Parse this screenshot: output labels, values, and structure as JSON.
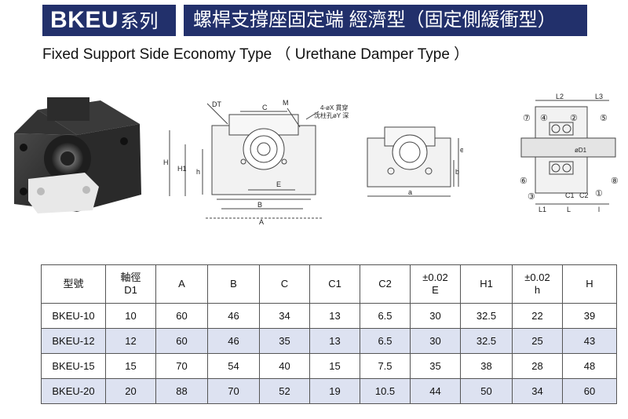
{
  "header": {
    "series": "BKEU",
    "series_suffix": "系列",
    "title": "螺桿支撐座固定端 經濟型（固定側緩衝型）",
    "subtitle": "Fixed Support Side Economy Type （ Urethane Damper Type ）"
  },
  "drawing_labels": {
    "front": {
      "dt": "DT",
      "c": "C",
      "m": "M",
      "hole_note_1": "4-øX 貫穿",
      "hole_note_2": "沈柱孔øY 深Z",
      "h": "H",
      "h1": "H1",
      "h_small": "h",
      "e": "E",
      "b": "B",
      "a": "A"
    },
    "back": {
      "e": "e",
      "b": "b",
      "a": "a"
    },
    "section": {
      "l2": "L2",
      "l3": "L3",
      "l1": "L1",
      "l": "L",
      "c1": "C1",
      "c2": "C2",
      "i": "l",
      "d1": "øD1",
      "n1": "⑦",
      "n2": "④",
      "n3": "②",
      "n4": "⑤",
      "n5": "⑥",
      "n6": "③",
      "n7": "①",
      "n8": "⑧"
    }
  },
  "table": {
    "headers": [
      {
        "line1": "型號",
        "line2": ""
      },
      {
        "line1": "軸徑",
        "line2": "D1"
      },
      {
        "line1": "A",
        "line2": ""
      },
      {
        "line1": "B",
        "line2": ""
      },
      {
        "line1": "C",
        "line2": ""
      },
      {
        "line1": "C1",
        "line2": ""
      },
      {
        "line1": "C2",
        "line2": ""
      },
      {
        "line1": "±0.02",
        "line2": "E"
      },
      {
        "line1": "H1",
        "line2": ""
      },
      {
        "line1": "±0.02",
        "line2": "h"
      },
      {
        "line1": "H",
        "line2": ""
      }
    ],
    "rows": [
      [
        "BKEU-10",
        "10",
        "60",
        "46",
        "34",
        "13",
        "6.5",
        "30",
        "32.5",
        "22",
        "39"
      ],
      [
        "BKEU-12",
        "12",
        "60",
        "46",
        "35",
        "13",
        "6.5",
        "30",
        "32.5",
        "25",
        "43"
      ],
      [
        "BKEU-15",
        "15",
        "70",
        "54",
        "40",
        "15",
        "7.5",
        "35",
        "38",
        "28",
        "48"
      ],
      [
        "BKEU-20",
        "20",
        "88",
        "70",
        "52",
        "19",
        "10.5",
        "44",
        "50",
        "34",
        "60"
      ]
    ]
  },
  "colors": {
    "header_bg": "#22306b",
    "row_alt_bg": "#dde2f1"
  }
}
